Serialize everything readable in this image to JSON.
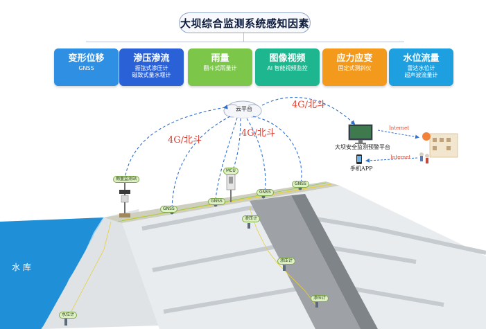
{
  "title": "大坝综合监测系统感知因素",
  "cards": [
    {
      "title": "变形位移",
      "sub": [
        "GNSS"
      ],
      "color": "#2f8fe3"
    },
    {
      "title": "渗压渗流",
      "sub": [
        "振弦式渗压计",
        "磁致式量水堰计"
      ],
      "color": "#2b61d6"
    },
    {
      "title": "雨量",
      "sub": [
        "翻斗式雨量计"
      ],
      "color": "#7cc74a"
    },
    {
      "title": "图像视频",
      "sub": [
        "AI 智能视频监控"
      ],
      "color": "#1db68e"
    },
    {
      "title": "应力应变",
      "sub": [
        "固定式测斜仪"
      ],
      "color": "#f39a1c"
    },
    {
      "title": "水位流量",
      "sub": [
        "雷达水位计",
        "超声波流量计"
      ],
      "color": "#1e9fe0"
    }
  ],
  "cloud_label": "云平台",
  "comm_labels": [
    "4G/北斗",
    "4G/北斗",
    "4G/北斗"
  ],
  "platform_label": "大坝安全监测预警平台",
  "app_label": "手机APP",
  "internet_labels": [
    "Internet",
    "Internet"
  ],
  "reservoir_label": "水 库",
  "sensors": {
    "rain_station": "雨量监测站",
    "mcu": "MCU",
    "gnss": [
      "GNSS",
      "GNSS",
      "GNSS",
      "GNSS"
    ],
    "piezometers": [
      "渗压计",
      "渗压计",
      "渗压计"
    ],
    "water_level": "水位计"
  }
}
